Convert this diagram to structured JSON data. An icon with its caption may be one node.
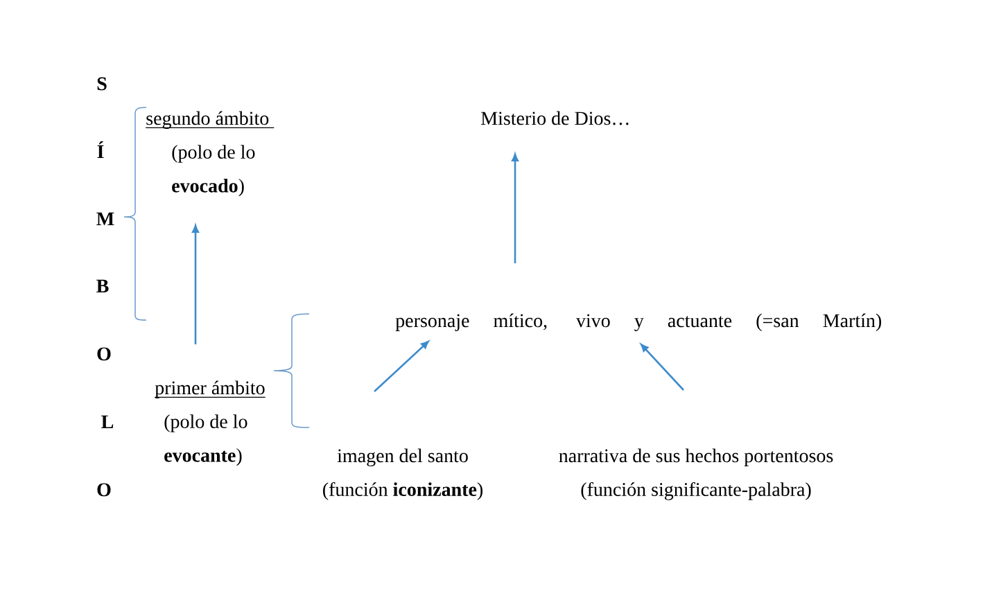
{
  "diagram": {
    "nodes": [
      {
        "text": [
          "segundo ámbito",
          "(polo de lo **evocado**)"
        ]
      },
      {
        "text": [
          "Misterio de Dios…"
        ]
      },
      {
        "text": [
          "personaje mítico, vivo y actuante (=san Martín)"
        ]
      },
      {
        "text": [
          "primer ámbito",
          "(polo de lo **evocante**)"
        ]
      },
      {
        "text": [
          "imagen del santo",
          "(función **iconizante**)"
        ]
      },
      {
        "text": [
          "narrativa de sus hechos portentosos",
          "(función significante-palabra)"
        ]
      }
    ],
    "edges": [
      {
        "from": 3,
        "to": 0,
        "arrow": "to"
      },
      {
        "from": 2,
        "to": 1,
        "arrow": "to"
      },
      {
        "from": 4,
        "to": 2,
        "arrow": "to"
      },
      {
        "from": 5,
        "to": 2,
        "arrow": "to"
      }
    ],
    "labels": [
      "S",
      "Í",
      "M",
      "B",
      "O",
      "L",
      "O"
    ]
  }
}
